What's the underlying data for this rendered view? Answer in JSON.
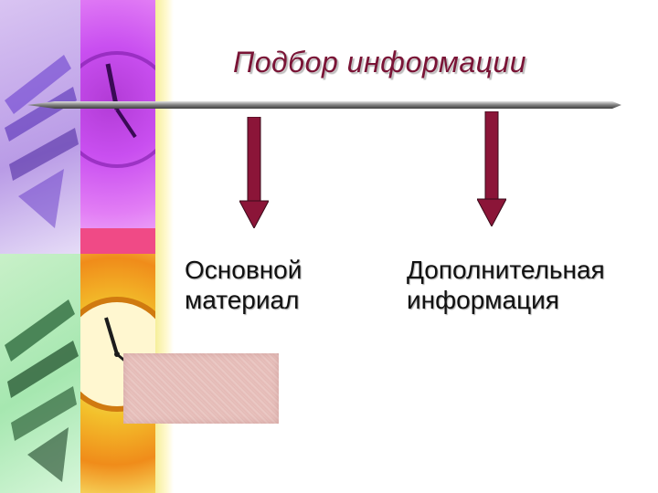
{
  "slide": {
    "title": "Подбор информации",
    "left_label_line1": "Основной",
    "left_label_line2": "материал",
    "right_label_line1": "Дополнительная",
    "right_label_line2": "информация"
  },
  "colors": {
    "title": "#7a1436",
    "arrow_fill": "#8b1538",
    "rule": "#7f7f7f"
  },
  "icons": {
    "decor": "clock-and-books-collage",
    "arrows": "down-arrow"
  }
}
